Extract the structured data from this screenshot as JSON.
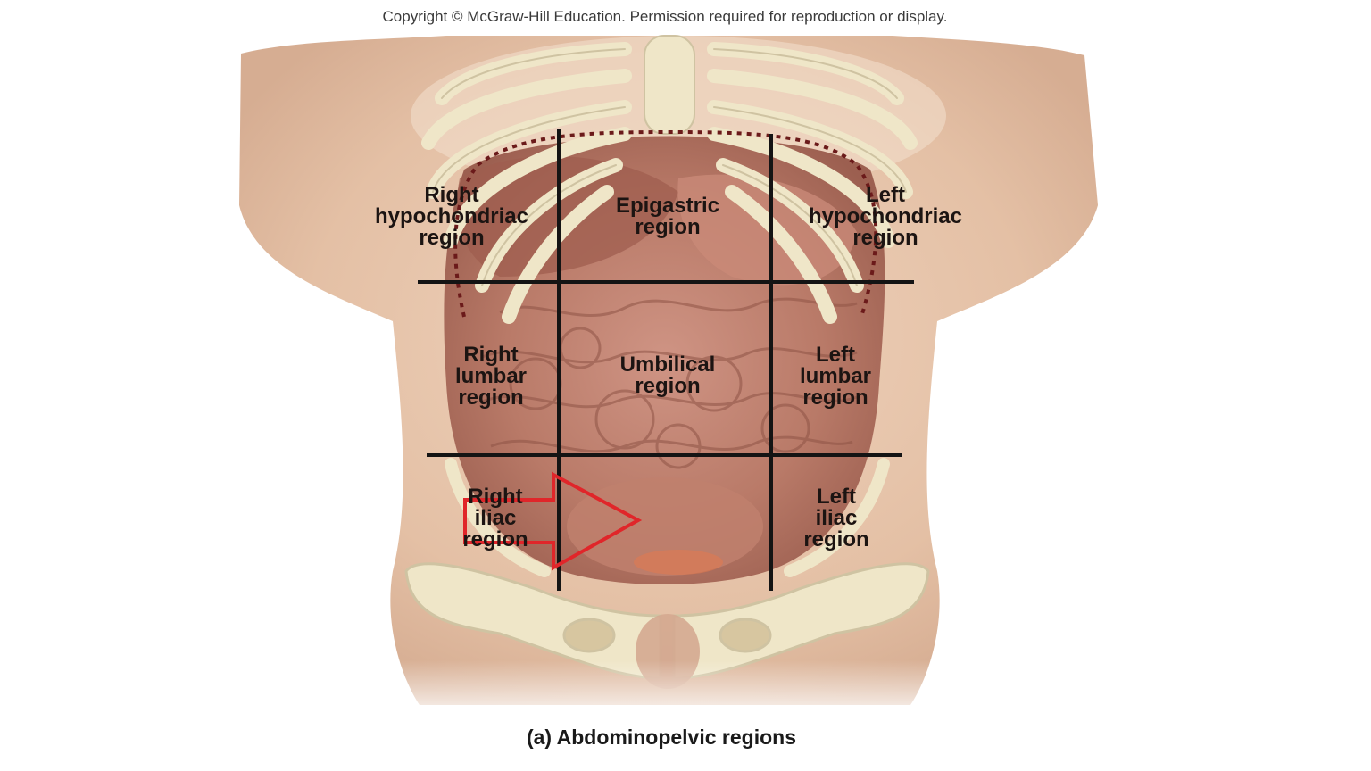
{
  "copyright": "Copyright © McGraw-Hill Education. Permission required for reproduction or display.",
  "regions": {
    "right_hypochondriac": [
      "Right",
      "hypochondriac",
      "region"
    ],
    "epigastric": [
      "Epigastric",
      "region"
    ],
    "left_hypochondriac": [
      "Left",
      "hypochondriac",
      "region"
    ],
    "right_lumbar": [
      "Right",
      "lumbar",
      "region"
    ],
    "umbilical": [
      "Umbilical",
      "region"
    ],
    "left_lumbar": [
      "Left",
      "lumbar",
      "region"
    ],
    "right_iliac": [
      "Right",
      "iliac",
      "region"
    ],
    "left_iliac": [
      "Left",
      "iliac",
      "region"
    ]
  },
  "caption": "(a) Abdominopelvic regions",
  "colors": {
    "skin": "#e7c8b0",
    "bone": "#efe6c8",
    "organ": "#b97a68",
    "grid_line": "#141414",
    "dotted_line": "#6b1a1a",
    "arrow": "#e0262a"
  }
}
